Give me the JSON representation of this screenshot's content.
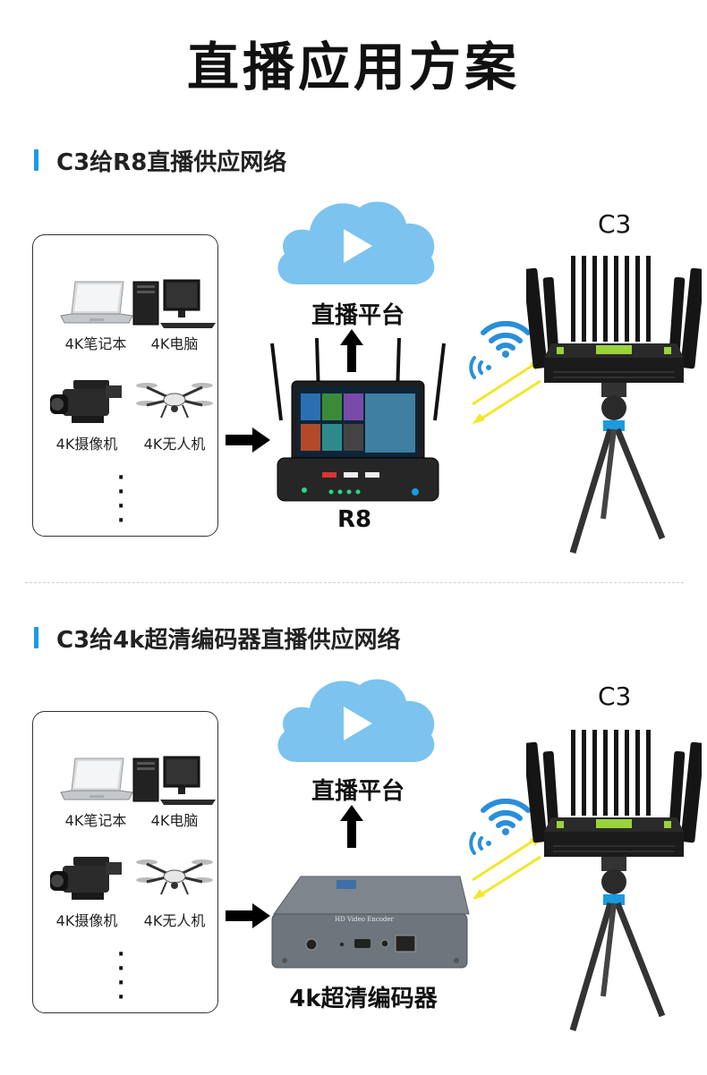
{
  "title": "直播应用方案",
  "accent_color": "#1a9be0",
  "cloud_color": "#7cc3ef",
  "signal_arrow_color": "#f4e62a",
  "wifi_color": "#2a8fd8",
  "sections": [
    {
      "heading": "C3给R8直播供应网络",
      "sources": [
        {
          "label": "4K笔记本",
          "icon": "laptop-icon"
        },
        {
          "label": "4K电脑",
          "icon": "desktop-pc-icon"
        },
        {
          "label": "4K摄像机",
          "icon": "camcorder-icon"
        },
        {
          "label": "4K无人机",
          "icon": "drone-icon"
        }
      ],
      "platform_label": "直播平台",
      "node_label": "R8",
      "router_label": "C3"
    },
    {
      "heading": "C3给4k超清编码器直播供应网络",
      "sources": [
        {
          "label": "4K笔记本",
          "icon": "laptop-icon"
        },
        {
          "label": "4K电脑",
          "icon": "desktop-pc-icon"
        },
        {
          "label": "4K摄像机",
          "icon": "camcorder-icon"
        },
        {
          "label": "4K无人机",
          "icon": "drone-icon"
        }
      ],
      "platform_label": "直播平台",
      "node_label": "4k超清编码器",
      "router_label": "C3",
      "encoder_text": "HD Video Encoder"
    }
  ]
}
